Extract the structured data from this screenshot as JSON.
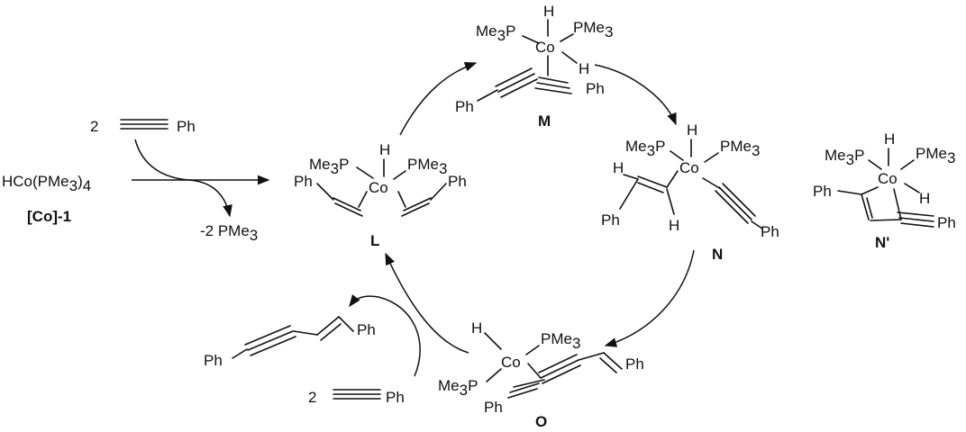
{
  "reagents": {
    "top_coefficient": "2",
    "top_alkyne_ph": "Ph",
    "precatalyst": "HCo(PMe",
    "precatalyst_sub": "3",
    "precatalyst_tail": ")",
    "precatalyst_sub2": "4",
    "precatalyst_id": "[Co]-1",
    "loss_prefix": "-2 PMe",
    "loss_sub": "3",
    "bottom_coefficient": "2",
    "bottom_alkyne_ph": "Ph"
  },
  "L": {
    "label": "L",
    "metal": "Co",
    "h": "H",
    "p_left": "Me",
    "p_left_sub": "3",
    "p_left_tail": "P",
    "p_right": "PMe",
    "p_right_sub": "3",
    "ph_left": "Ph",
    "ph_right": "Ph"
  },
  "M": {
    "label": "M",
    "metal": "Co",
    "h_top": "H",
    "h_right": "H",
    "p_left": "Me",
    "p_left_sub": "3",
    "p_left_tail": "P",
    "p_right": "PMe",
    "p_right_sub": "3",
    "ph_left": "Ph",
    "ph_right": "Ph"
  },
  "N": {
    "label": "N",
    "metal": "Co",
    "h_top": "H",
    "h_vinyl_top": "H",
    "h_vinyl_bottom": "H",
    "p_left": "Me",
    "p_left_sub": "3",
    "p_left_tail": "P",
    "p_right": "PMe",
    "p_right_sub": "3",
    "ph_left": "Ph",
    "ph_right": "Ph"
  },
  "N_prime": {
    "label": "N'",
    "metal": "Co",
    "h_top": "H",
    "h_right": "H",
    "p_left": "Me",
    "p_left_sub": "3",
    "p_left_tail": "P",
    "p_right": "PMe",
    "p_right_sub": "3",
    "ph_left": "Ph",
    "ph_right": "Ph"
  },
  "O": {
    "label": "O",
    "metal": "Co",
    "h": "H",
    "p_top": "PMe",
    "p_top_sub": "3",
    "p_bottom": "Me",
    "p_bottom_sub": "3",
    "p_bottom_tail": "P",
    "ph_left": "Ph",
    "ph_right": "Ph"
  },
  "product": {
    "ph_left": "Ph",
    "ph_right": "Ph"
  }
}
